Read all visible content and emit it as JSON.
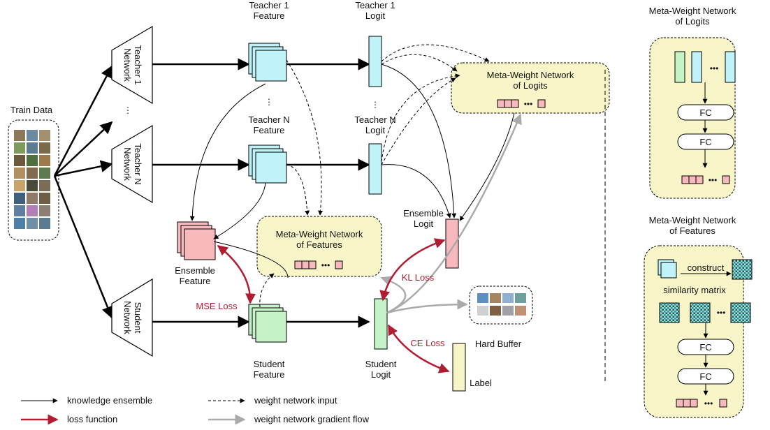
{
  "diagram": {
    "train_data": "Train Data",
    "teacher1_network": "Teacher 1\nNetwork",
    "teacherN_network": "Teacher N\nNetwork",
    "student_network": "Student\nNetwork",
    "teacher1_feature": "Teacher 1\nFeature",
    "teacher1_logit": "Teacher 1\nLogit",
    "teacherN_feature": "Teacher N\nFeature",
    "teacherN_logit": "Teacher N\nLogit",
    "ensemble_feature": "Ensemble\nFeature",
    "ensemble_logit": "Ensemble\nLogit",
    "student_feature": "Student\nFeature",
    "student_logit": "Student\nLogit",
    "label": "Label",
    "hard_buffer": "Hard Buffer",
    "mwn_logits": "Meta-Weight Network\nof Logits",
    "mwn_features": "Meta-Weight Network\nof Features",
    "kl_loss": "KL Loss",
    "mse_loss": "MSE Loss",
    "ce_loss": "CE Loss"
  },
  "panels": {
    "logits_title": "Meta-Weight Network\nof Logits",
    "features_title": "Meta-Weight Network\nof Features",
    "fc": "FC",
    "construct": "construct",
    "similarity_matrix": "similarity matrix"
  },
  "legend": {
    "knowledge_ensemble": "knowledge ensemble",
    "weight_network_input": "weight network input",
    "loss_function": "loss function",
    "gradient_flow": "weight network gradient flow"
  },
  "colors": {
    "feature_cyan": "#bff3f9",
    "student_green": "#c6f3c8",
    "ensemble_pink": "#f7b9bb",
    "meta_yellow": "#f8f6c8",
    "loss_red": "#b21c30",
    "gradient_gray": "#aaaaaa"
  }
}
